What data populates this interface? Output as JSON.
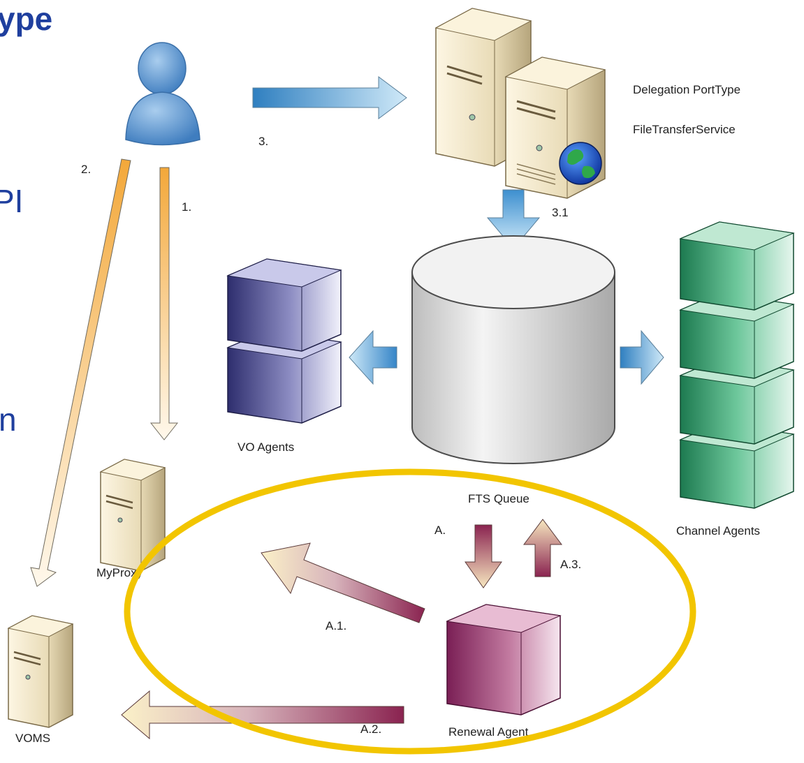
{
  "side_text": {
    "top": "ype",
    "middle": "PI",
    "lower": "n"
  },
  "nodes": {
    "server": {
      "line1": "Delegation PortType",
      "line2": "FileTransferService"
    },
    "vo_agents": "VO Agents",
    "fts_queue": "FTS Queue",
    "channel_agents": "Channel Agents",
    "myproxy": "MyProxy",
    "voms": "VOMS",
    "renewal_agent": "Renewal Agent"
  },
  "steps": {
    "s1": "1.",
    "s2": "2.",
    "s3": "3.",
    "s31": "3.1",
    "a": "A.",
    "a1": "A.1.",
    "a2": "A.2.",
    "a3": "A.3."
  },
  "colors": {
    "title_blue": "#1f3f9e",
    "highlight_ellipse": "#f2c500",
    "arrow_blue": "#4f9fd6",
    "arrow_orange": "#f5b95f",
    "arrow_maroon": "#8c2a56",
    "cylinder": "#d8d8d8",
    "channel_green": "#2f9a6a",
    "vo_purple": "#3a3a7c",
    "renewal_magenta": "#8e2f66"
  }
}
